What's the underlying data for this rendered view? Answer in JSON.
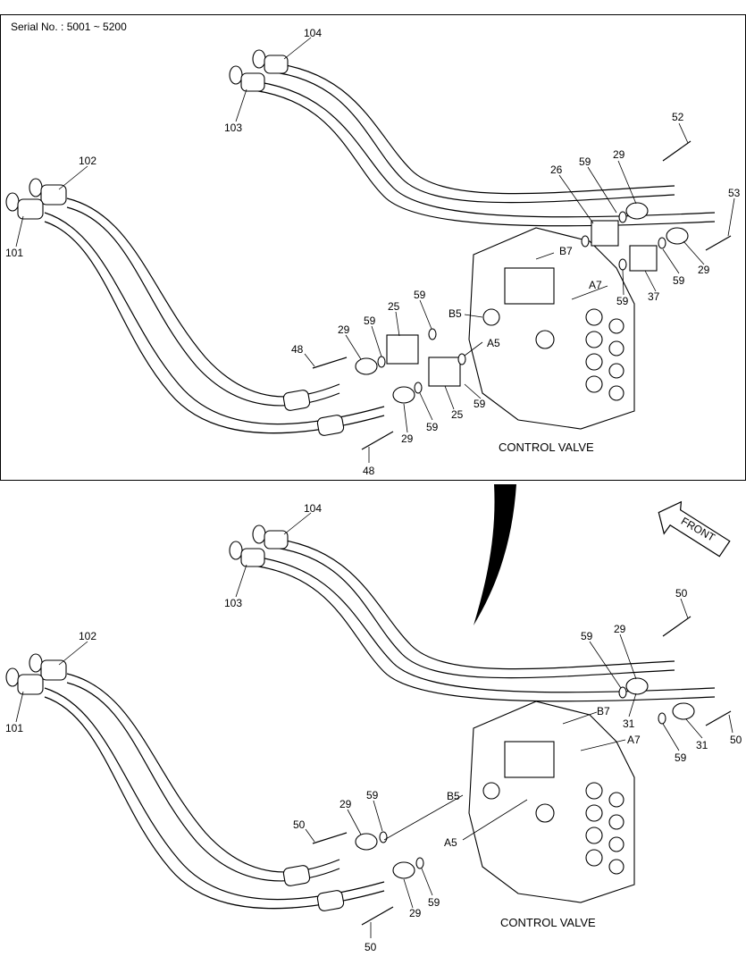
{
  "serial_label": "Serial No. : 5001 ~ 5200",
  "top_caption": "CONTROL VALVE",
  "bottom_caption": "CONTROL VALVE",
  "front_label": "FRONT",
  "top_labels": {
    "l104": "104",
    "l103": "103",
    "l102": "102",
    "l101": "101",
    "l52": "52",
    "l59a": "59",
    "l29a": "29",
    "l26": "26",
    "l53": "53",
    "lB7": "B7",
    "l29b": "29",
    "lA7": "A7",
    "l59b": "59",
    "l37": "37",
    "l59c": "59",
    "l59d": "59",
    "l25a": "25",
    "l59e": "59",
    "lB5": "B5",
    "l29c": "29",
    "l48a": "48",
    "lA5": "A5",
    "l59f": "59",
    "l25b": "25",
    "l59g": "59",
    "l29d": "29",
    "l48b": "48"
  },
  "bottom_labels": {
    "l104": "104",
    "l103": "103",
    "l102": "102",
    "l101": "101",
    "l50a": "50",
    "l59a": "59",
    "l29a": "29",
    "lB7": "B7",
    "l31a": "31",
    "l31b": "31",
    "lA7": "A7",
    "l50b": "50",
    "l59b": "59",
    "l59c": "59",
    "lB5": "B5",
    "l29b": "29",
    "l50c": "50",
    "lA5": "A5",
    "l59d": "59",
    "l29c": "29",
    "l50d": "50"
  }
}
